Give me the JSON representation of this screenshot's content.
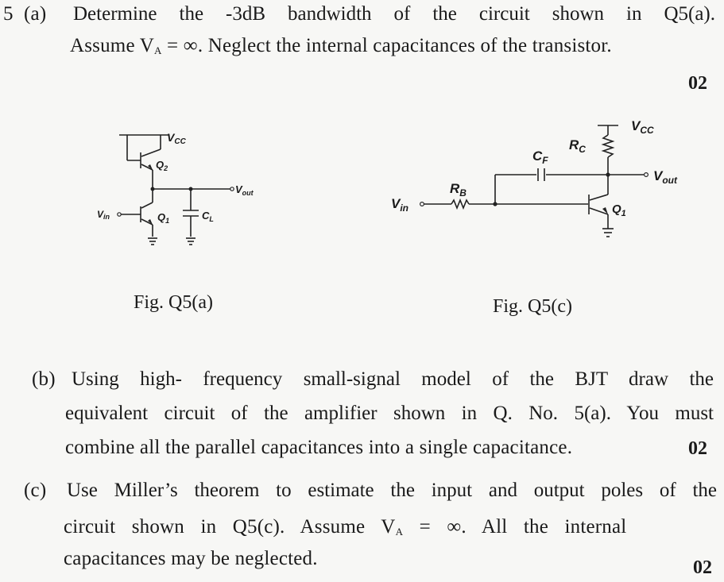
{
  "question": {
    "number": "5",
    "part_a": {
      "label": "(a)",
      "line1": "Determine the -3dB bandwidth of the circuit shown in Q5(a).",
      "line2_pre": "Assume V",
      "line2_sub": "A",
      "line2_post": " = ∞. Neglect the internal capacitances of the transistor.",
      "marks": "02"
    },
    "part_b": {
      "label": "(b)",
      "line1": "Using high- frequency small-signal model of the BJT draw the",
      "line2": "equivalent circuit of the amplifier shown in Q. No. 5(a). You must",
      "line3": "combine all the parallel capacitances into a single capacitance.",
      "marks": "02"
    },
    "part_c": {
      "label": "(c)",
      "line1": "Use Miller’s theorem to estimate the input and output poles of the",
      "line2_pre": "circuit shown in Q5(c). Assume V",
      "line2_sub": "A",
      "line2_post": " = ∞. All the internal",
      "line3": "capacitances may be neglected.",
      "marks": "02"
    }
  },
  "figures": {
    "fig_a": {
      "caption": "Fig. Q5(a)",
      "labels": {
        "vcc": "V",
        "vcc_sub": "CC",
        "q2": "Q",
        "q2_sub": "2",
        "q1": "Q",
        "q1_sub": "1",
        "vin": "V",
        "vin_sub": "in",
        "vout": "V",
        "vout_sub": "out",
        "cl": "C",
        "cl_sub": "L"
      }
    },
    "fig_c": {
      "caption": "Fig. Q5(c)",
      "labels": {
        "vcc": "V",
        "vcc_sub": "CC",
        "rc": "R",
        "rc_sub": "C",
        "cf": "C",
        "cf_sub": "F",
        "rb": "R",
        "rb_sub": "B",
        "q1": "Q",
        "q1_sub": "1",
        "vin": "V",
        "vin_sub": "in",
        "vout": "V",
        "vout_sub": "out"
      }
    }
  }
}
